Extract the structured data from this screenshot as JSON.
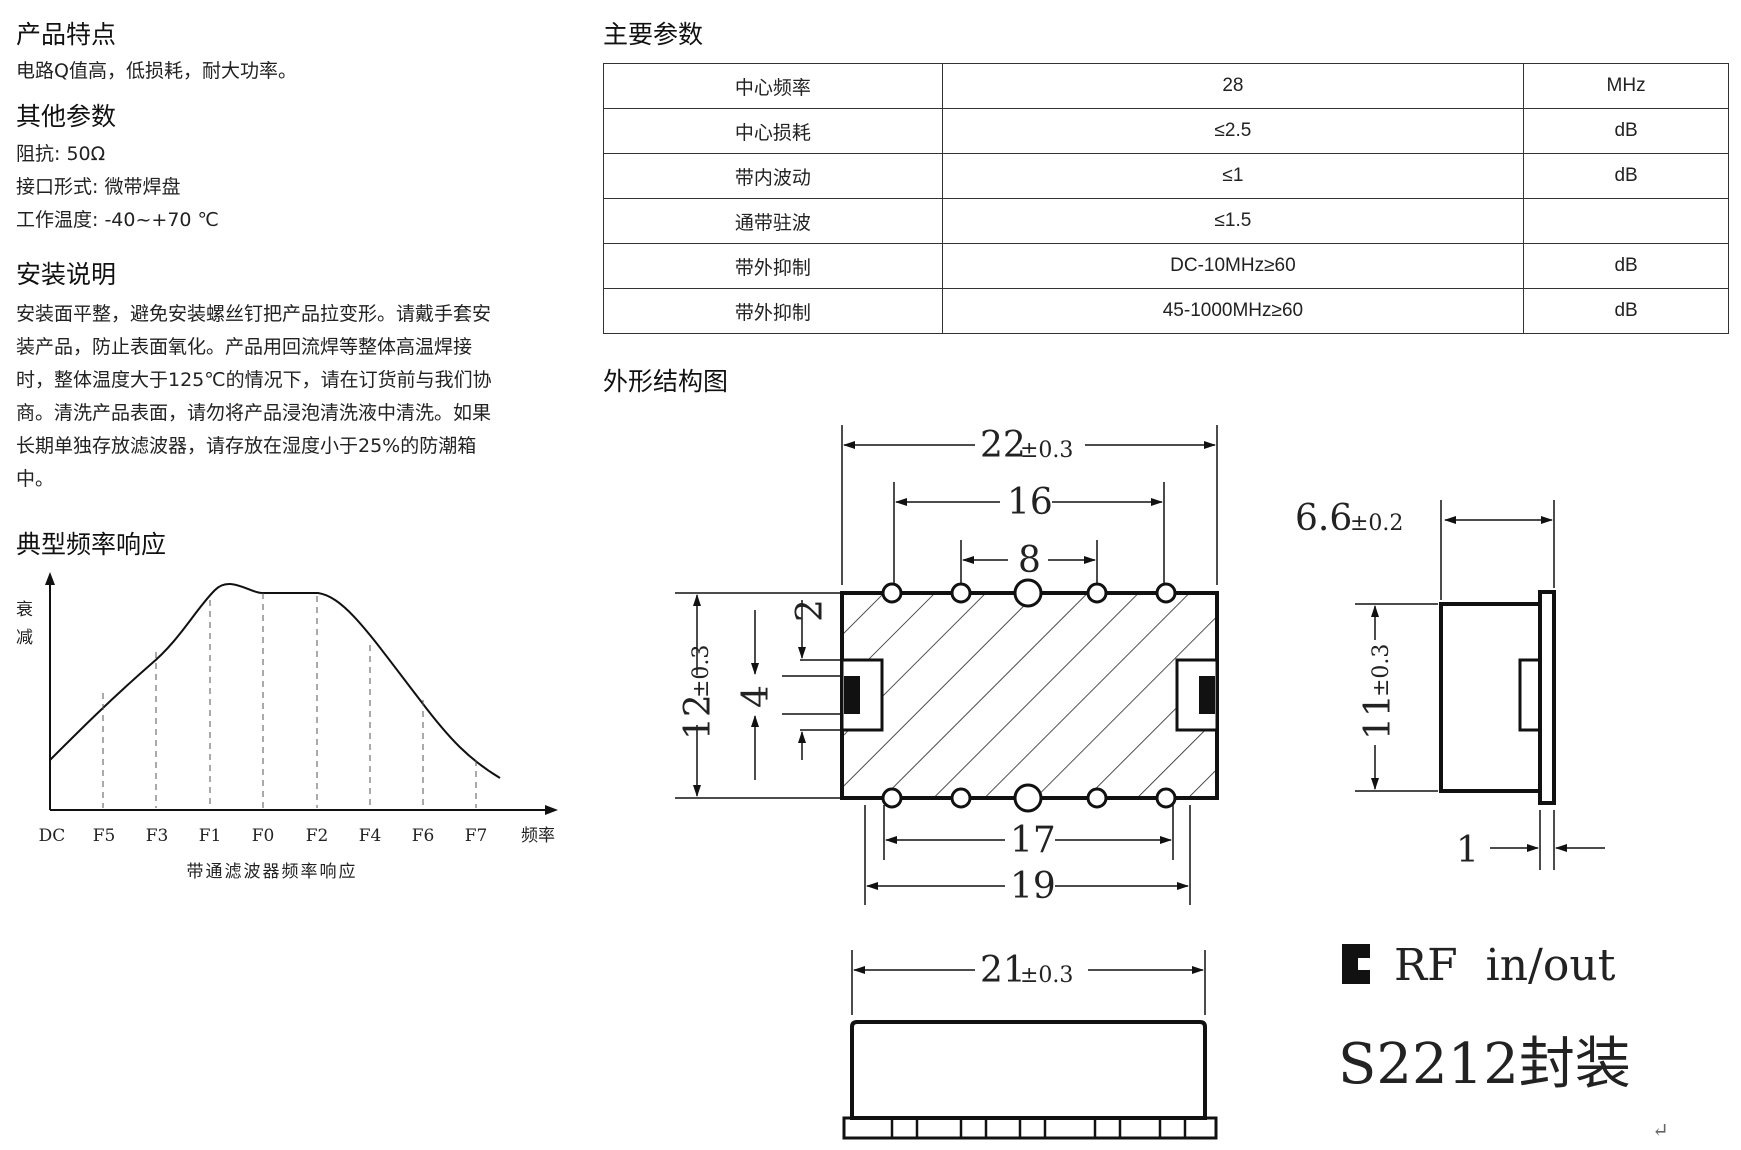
{
  "features": {
    "heading": "产品特点",
    "text": "电路Q值高，低损耗，耐大功率。"
  },
  "other_params": {
    "heading": "其他参数",
    "lines": [
      "阻抗: 50Ω",
      "接口形式: 微带焊盘",
      "工作温度: -40~+70 ℃"
    ]
  },
  "install": {
    "heading": "安装说明",
    "lines": [
      "安装面平整，避免安装螺丝钉把产品拉变形。请戴手套安",
      "装产品，防止表面氧化。产品用回流焊等整体高温焊接",
      "时，整体温度大于125℃的情况下，请在订货前与我们协",
      "商。清洗产品表面，请勿将产品浸泡清洗液中清洗。如果",
      "长期单独存放滤波器，请存放在湿度小于25%的防潮箱",
      "中。"
    ]
  },
  "response": {
    "heading": "典型频率响应",
    "y_label": [
      "衰",
      "减"
    ],
    "x_ticks": [
      "DC",
      "F5",
      "F3",
      "F1",
      "F0",
      "F2",
      "F4",
      "F6",
      "F7"
    ],
    "x_unit": "频率",
    "caption": "带通滤波器频率响应"
  },
  "main_params": {
    "heading": "主要参数",
    "rows": [
      [
        "中心频率",
        "28",
        "MHz"
      ],
      [
        "中心损耗",
        "≤2.5",
        "dB"
      ],
      [
        "带内波动",
        "≤1",
        "dB"
      ],
      [
        "通带驻波",
        "≤1.5",
        ""
      ],
      [
        "带外抑制",
        "DC-10MHz≥60",
        "dB"
      ],
      [
        "带外抑制",
        "45-1000MHz≥60",
        "dB"
      ]
    ]
  },
  "outline": {
    "heading": "外形结构图",
    "dims": {
      "d22": "22",
      "d22_tol": "±0.3",
      "d16": "16",
      "d8": "8",
      "d2": "2",
      "d4": "4",
      "d12": "12",
      "d12_tol": "±0.3",
      "d17": "17",
      "d19": "19",
      "d66": "6.6",
      "d66_tol": "±0.2",
      "d11": "11",
      "d11_tol": "±0.3",
      "d1": "1",
      "d21": "21",
      "d21_tol": "±0.3"
    },
    "legend": "RF  in/out",
    "package": "S2212封装",
    "return_mark": "↵"
  }
}
